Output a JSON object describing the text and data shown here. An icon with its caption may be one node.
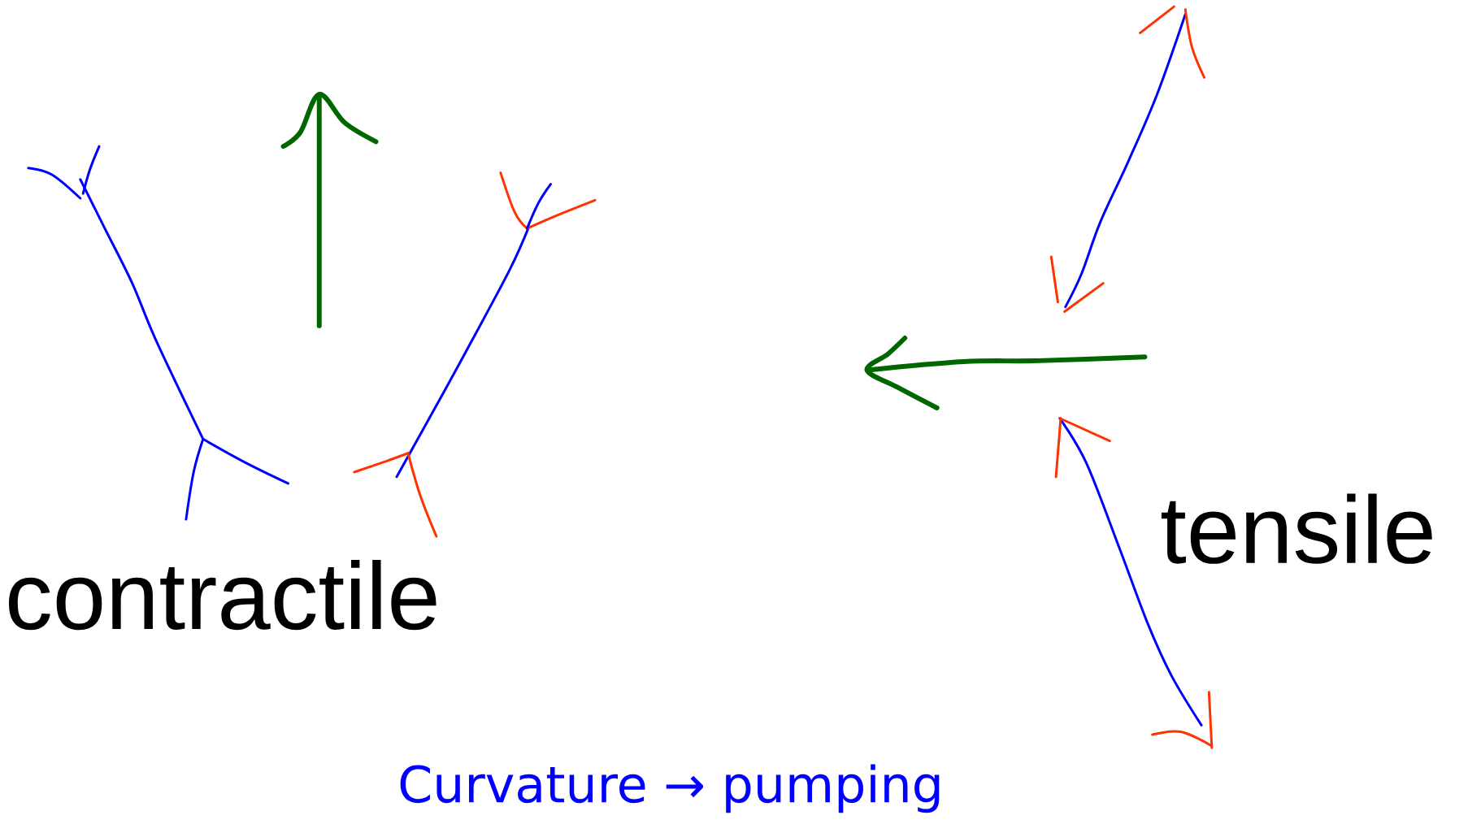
{
  "diagram": {
    "caption": "Curvature → pumping",
    "labels": [
      "contractile",
      "tensile"
    ]
  }
}
